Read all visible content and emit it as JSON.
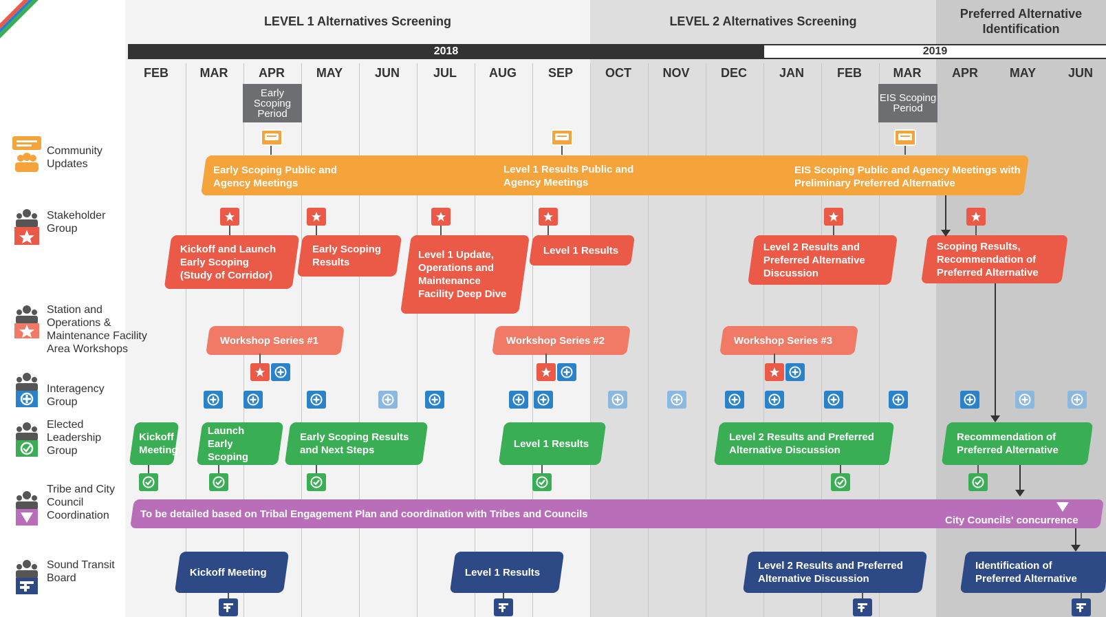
{
  "phases": [
    {
      "label": "LEVEL 1 Alternatives Screening"
    },
    {
      "label": "LEVEL 2 Alternatives Screening"
    },
    {
      "label": "Preferred Alternative Identification"
    }
  ],
  "years": [
    "2018",
    "2019"
  ],
  "months": [
    "FEB",
    "MAR",
    "APR",
    "MAY",
    "JUN",
    "JUL",
    "AUG",
    "SEP",
    "OCT",
    "NOV",
    "DEC",
    "JAN",
    "FEB",
    "MAR",
    "APR",
    "MAY",
    "JUN"
  ],
  "scoping_boxes": [
    "Early Scoping Period",
    "EIS Scoping Period"
  ],
  "rows": [
    {
      "label": "Community Updates",
      "icon": "community-updates-icon"
    },
    {
      "label": "Stakeholder Group",
      "icon": "stakeholder-group-icon"
    },
    {
      "label": "Station and Operations & Maintenance Facility Area Workshops",
      "icon": "workshop-icon"
    },
    {
      "label": "Interagency Group",
      "icon": "interagency-icon"
    },
    {
      "label": "Elected Leadership Group",
      "icon": "elected-leadership-icon"
    },
    {
      "label": "Tribe and City Council Coordination",
      "icon": "tribe-council-icon"
    },
    {
      "label": "Sound Transit Board",
      "icon": "sound-transit-icon"
    }
  ],
  "community": {
    "band1": "Early Scoping Public and Agency Meetings",
    "band2": "Level 1 Results Public and Agency Meetings",
    "band3": "EIS Scoping Public and Agency Meetings with Preliminary Preferred Alternative"
  },
  "stakeholder": [
    "Kickoff and Launch Early Scoping (Study of Corridor)",
    "Early Scoping Results",
    "Level 1 Update, Operations and Maintenance Facility Deep Dive",
    "Level 1 Results",
    "Level 2 Results and Preferred Alternative Discussion",
    "Scoping Results, Recommendation of Preferred Alternative"
  ],
  "workshops": [
    "Workshop Series #1",
    "Workshop Series #2",
    "Workshop Series #3"
  ],
  "elected": [
    "Kickoff Meeting",
    "Launch Early Scoping",
    "Early Scoping Results and Next Steps",
    "Level 1 Results",
    "Level 2 Results and Preferred Alternative Discussion",
    "Recommendation of Preferred Alternative"
  ],
  "tribe": {
    "band": "To be detailed based on Tribal Engagement Plan and coordination with Tribes and Councils",
    "concurrence": "City Councils' concurrence"
  },
  "board": [
    "Kickoff Meeting",
    "Level 1 Results",
    "Level 2 Results and Preferred Alternative Discussion",
    "Identification of Preferred Alternative"
  ],
  "colors": {
    "orange": "#f5a33b",
    "red": "#ea5a47",
    "salmon": "#f07a66",
    "green": "#3aae55",
    "purple": "#b86eb8",
    "navy": "#2e4a86",
    "blue": "#2a82c8"
  }
}
